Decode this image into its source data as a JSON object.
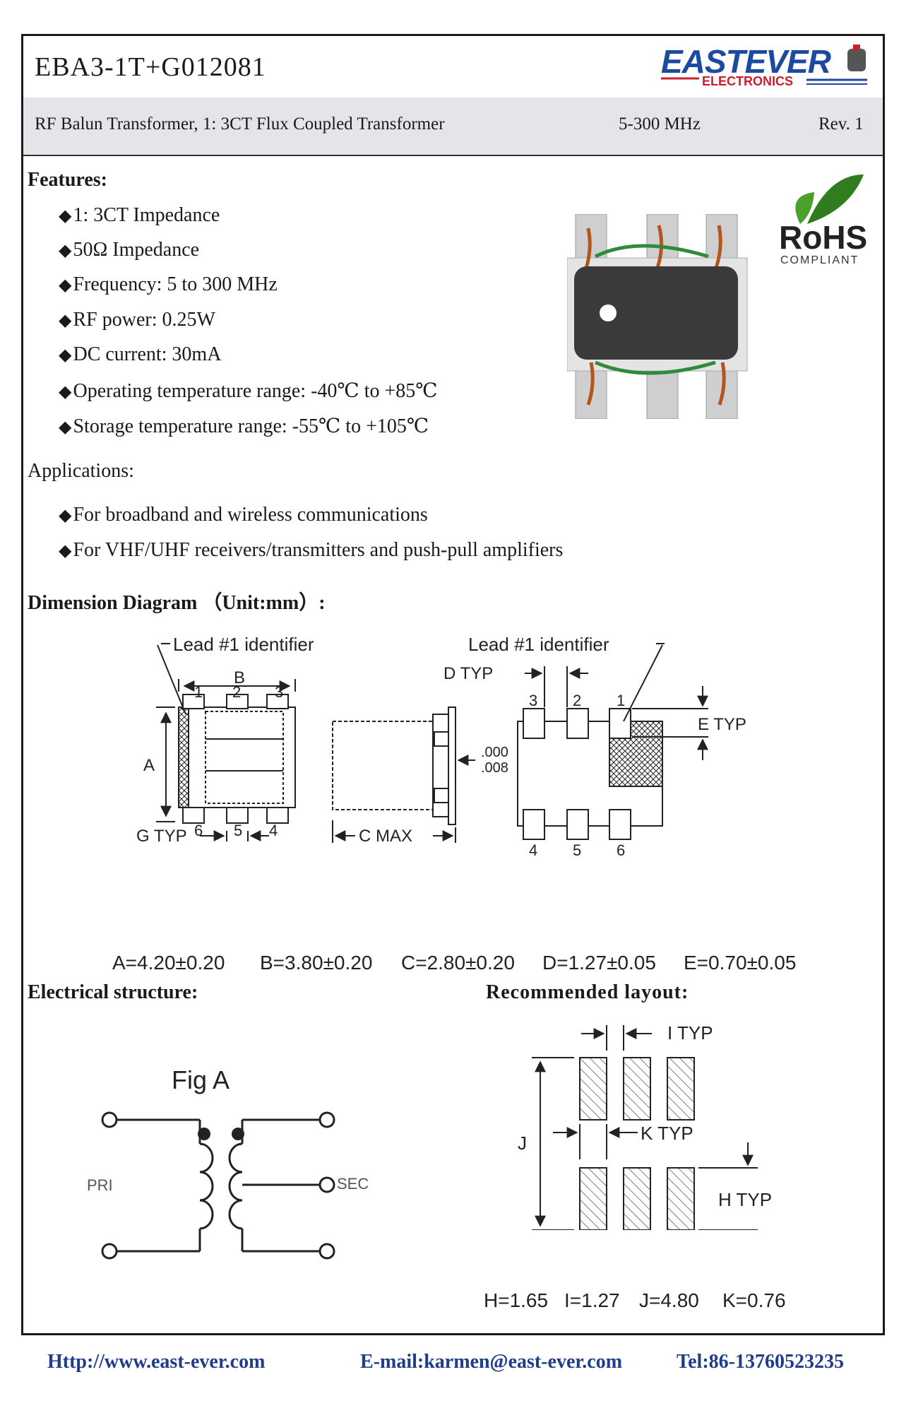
{
  "header": {
    "part_number": "EBA3-1T+G012081",
    "logo_main": "EASTEVER",
    "logo_sub": "ELECTRONICS",
    "description": "RF Balun Transformer, 1: 3CT  Flux Coupled Transformer",
    "frequency": "5-300 MHz",
    "revision": "Rev. 1"
  },
  "features": {
    "heading": "Features:",
    "items": [
      "1: 3CT Impedance",
      "50Ω  Impedance",
      "Frequency: 5 to 300 MHz",
      "RF power:  0.25W",
      "DC current: 30mA",
      "Operating temperature range:   -40℃ to +85℃",
      "Storage temperature range:  -55℃ to +105℃"
    ]
  },
  "rohs": {
    "label": "RoHS",
    "sub": "COMPLIANT"
  },
  "applications": {
    "heading": "Applications:",
    "items": [
      "For broadband and wireless communications",
      "For VHF/UHF receivers/transmitters and push-pull amplifiers"
    ]
  },
  "dimension": {
    "heading": "Dimension Diagram （Unit:mm）:",
    "lead_id_left": "Lead #1 identifier",
    "lead_id_right": "Lead #1 identifier",
    "labels": {
      "A": "A",
      "B": "B",
      "C_max": "C  MAX",
      "D_typ": "D  TYP",
      "E_typ": "E  TYP",
      "G_typ": "G  TYP",
      "thick_1": ".000",
      "thick_2": ".008"
    },
    "pins_top_left": [
      "1",
      "2",
      "3"
    ],
    "pins_bottom_left": [
      "6",
      "5",
      "4"
    ],
    "pins_top_right": [
      "3",
      "2",
      "1"
    ],
    "pins_bottom_right": [
      "4",
      "5",
      "6"
    ],
    "values": [
      "A=4.20±0.20",
      "B=3.80±0.20",
      "C=2.80±0.20",
      "D=1.27±0.05",
      "E=0.70±0.05"
    ]
  },
  "electrical": {
    "heading": "Electrical structure:",
    "fig_label": "Fig A",
    "pri": "PRI",
    "sec": "SEC"
  },
  "layout": {
    "heading": "Recommended  layout:",
    "labels": {
      "I_typ": "I  TYP",
      "K_typ": "K  TYP",
      "H_typ": "H  TYP",
      "J": "J"
    },
    "values": [
      "H=1.65",
      "I=1.27",
      "J=4.80",
      "K=0.76"
    ]
  },
  "footer": {
    "website": "Http://www.east-ever.com",
    "email": "E-mail:karmen@east-ever.com",
    "tel": "Tel:86-13760523235"
  },
  "colors": {
    "logo_blue": "#1b4aa0",
    "logo_red": "#c8202c",
    "footer_blue": "#1f3d8a",
    "rohs_green": "#4aa02c",
    "band_gray": "#e3e5e8"
  }
}
